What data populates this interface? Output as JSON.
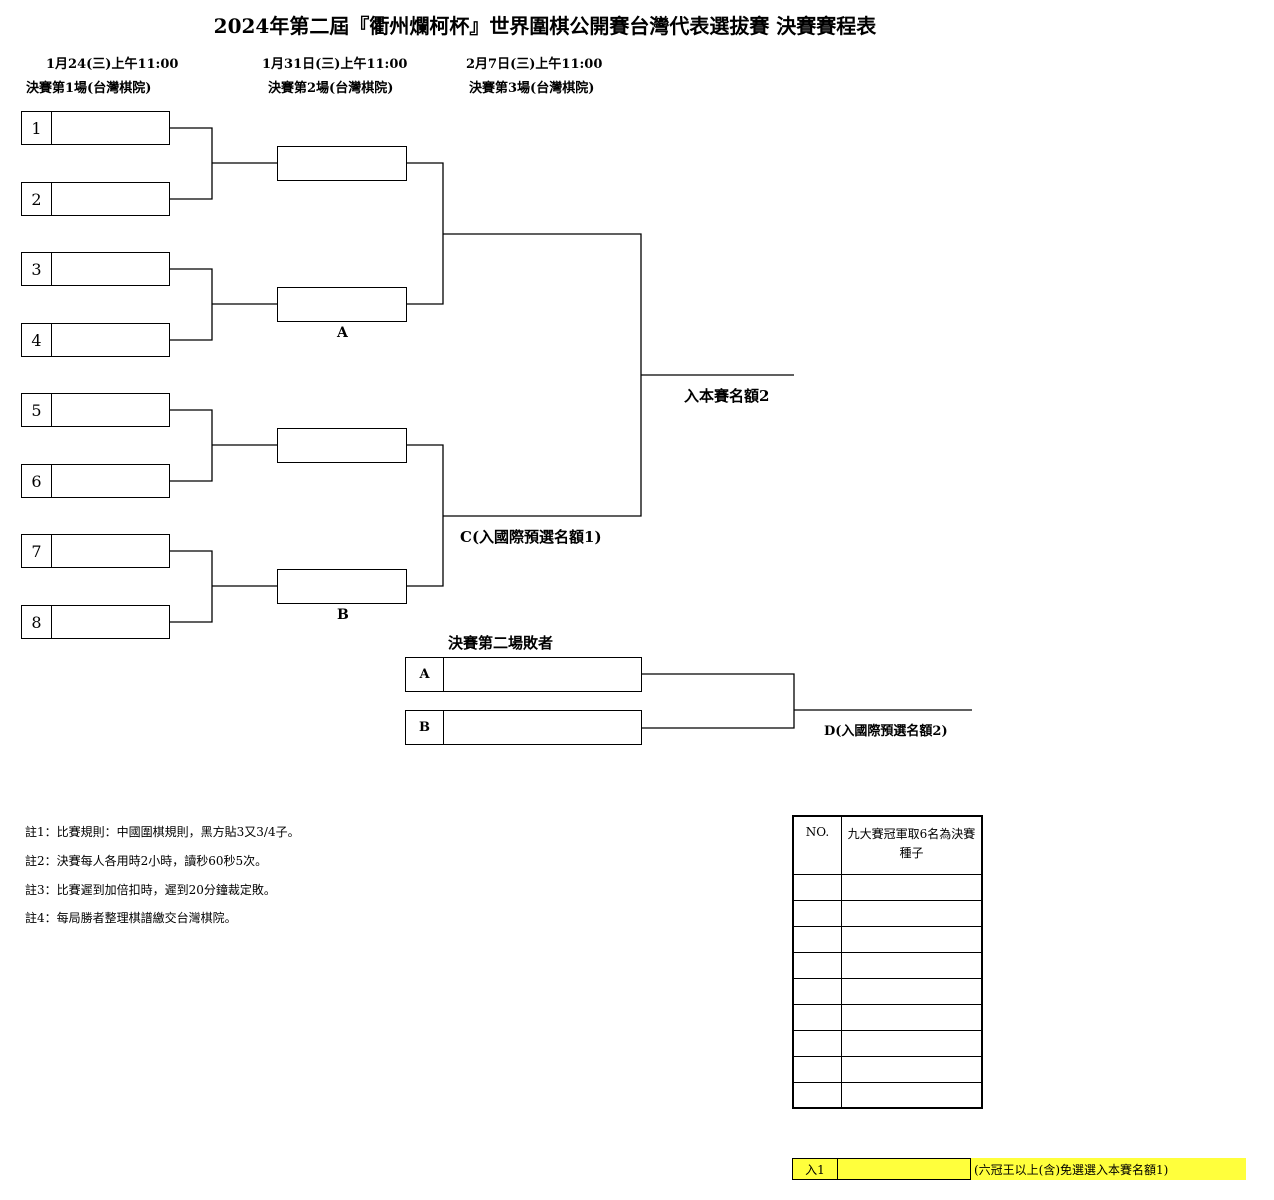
{
  "title": "2024年第二屆『衢州爛柯杯』世界圍棋公開賽台灣代表選拔賽 決賽賽程表",
  "rounds": [
    {
      "date": "1月24(三)上午11:00",
      "name": "決賽第1場(台灣棋院)"
    },
    {
      "date": "1月31日(三)上午11:00",
      "name": "決賽第2場(台灣棋院)"
    },
    {
      "date": "2月7日(三)上午11:00",
      "name": "決賽第3場(台灣棋院)"
    }
  ],
  "seeds": [
    "1",
    "2",
    "3",
    "4",
    "5",
    "6",
    "7",
    "8"
  ],
  "labels": {
    "semi_a": "A",
    "semi_b": "B",
    "final_winner": "入本賽名額2",
    "final_loser": "C(入國際預選名額1)",
    "losers_header": "決賽第二場敗者",
    "losers_a": "A",
    "losers_b": "B",
    "losers_winner": "D(入國際預選名額2)"
  },
  "notes": [
    "註1：比賽規則：中國圍棋規則，黑方貼3又3/4子。",
    "註2：決賽每人各用時2小時，讀秒60秒5次。",
    "註3：比賽遲到加倍扣時，遲到20分鐘裁定敗。",
    "註4：每局勝者整理棋譜繳交台灣棋院。"
  ],
  "seed_table": {
    "col_no": "NO.",
    "col_desc": "九大賽冠軍取6名為決賽種子"
  },
  "exempt": {
    "label": "入1",
    "note": "(六冠王以上(含)免選選入本賽名額1)",
    "highlight_color": "#ffff3c"
  }
}
